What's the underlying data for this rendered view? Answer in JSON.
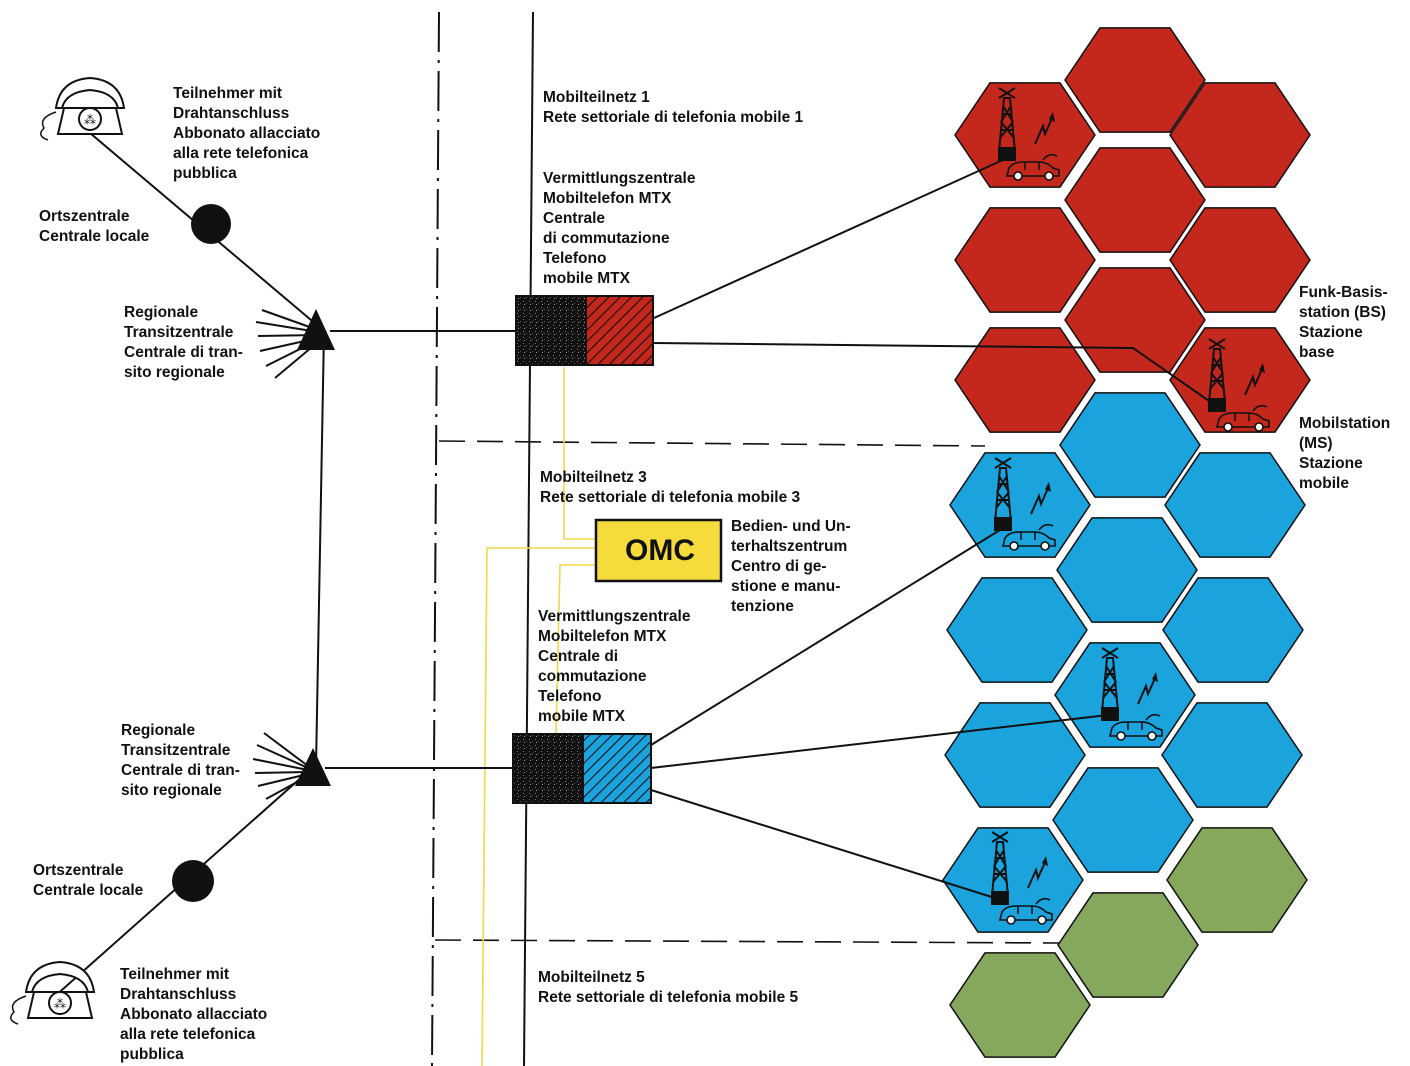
{
  "colors": {
    "net1": "#c4281d",
    "net3": "#1aa3dc",
    "net5": "#86a85c",
    "omc": "#f5dc3c",
    "omc_line": "#f0d84a",
    "ink": "#111111"
  },
  "icons": [
    "telephone-icon",
    "exchange-node-icon",
    "transit-exchange-icon",
    "antenna-tower-icon",
    "radio-signal-icon",
    "car-icon"
  ],
  "labels": {
    "subscriber_top": [
      "Teilnehmer mit",
      "Drahtanschluss",
      "Abbonato allacciato",
      "alla rete telefonica",
      "pubblica"
    ],
    "local_exchange_top": [
      "Ortszentrale",
      "Centrale locale"
    ],
    "transit_top": [
      "Regionale",
      "Transitzentrale",
      "Centrale di tran-",
      "sito regionale"
    ],
    "net1": [
      "Mobilteilnetz 1",
      "Rete settoriale di telefonia mobile 1"
    ],
    "mtx_top": [
      "Vermittlungszentrale",
      "Mobiltelefon MTX",
      "Centrale",
      "di commutazione",
      "Telefono",
      "mobile MTX"
    ],
    "net3": [
      "Mobilteilnetz 3",
      "Rete settoriale di telefonia mobile 3"
    ],
    "omc": "OMC",
    "omc_desc": [
      "Bedien- und Un-",
      "terhaltszentrum",
      "Centro di ge-",
      "stione e manu-",
      "tenzione"
    ],
    "mtx_bottom": [
      "Vermittlungszentrale",
      "Mobiltelefon MTX",
      "Centrale di",
      "commutazione",
      "Telefono",
      "mobile MTX"
    ],
    "transit_bottom": [
      "Regionale",
      "Transitzentrale",
      "Centrale di tran-",
      "sito regionale"
    ],
    "local_exchange_bottom": [
      "Ortszentrale",
      "Centrale locale"
    ],
    "subscriber_bottom": [
      "Teilnehmer mit",
      "Drahtanschluss",
      "Abbonato allacciato",
      "alla rete telefonica",
      "pubblica"
    ],
    "net5": [
      "Mobilteilnetz 5",
      "Rete settoriale di telefonia mobile 5"
    ],
    "base_station": [
      "Funk-Basis-",
      "station (BS)",
      "Stazione",
      "base"
    ],
    "mobile_station": [
      "Mobilstation",
      "(MS)",
      "Stazione",
      "mobile"
    ]
  }
}
